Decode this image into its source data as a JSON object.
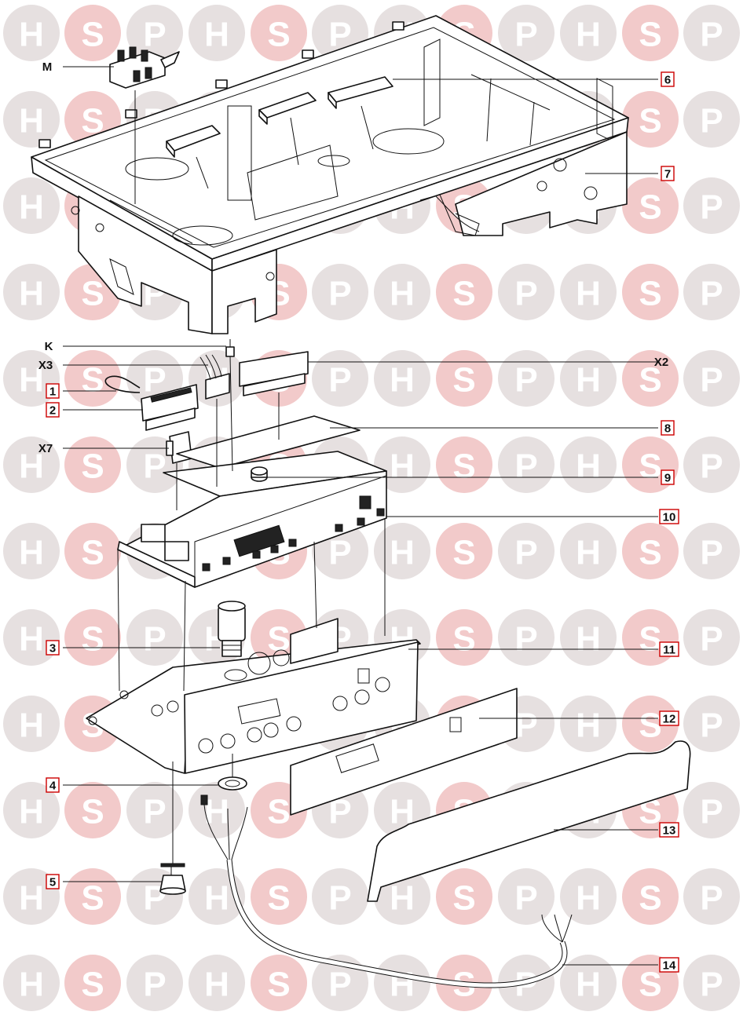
{
  "watermark": {
    "letters": [
      "H",
      "S",
      "P"
    ],
    "colors": {
      "H": "#e6e0e0",
      "S": "#f2caca",
      "P": "#e6e0e0"
    }
  },
  "callouts": [
    {
      "id": "M",
      "label": "M",
      "boxed": false
    },
    {
      "id": "6",
      "label": "6",
      "boxed": true
    },
    {
      "id": "7",
      "label": "7",
      "boxed": true
    },
    {
      "id": "K",
      "label": "K",
      "boxed": false
    },
    {
      "id": "X3",
      "label": "X3",
      "boxed": false
    },
    {
      "id": "X2",
      "label": "X2",
      "boxed": false
    },
    {
      "id": "1",
      "label": "1",
      "boxed": true
    },
    {
      "id": "2",
      "label": "2",
      "boxed": true
    },
    {
      "id": "8",
      "label": "8",
      "boxed": true
    },
    {
      "id": "X7",
      "label": "X7",
      "boxed": false
    },
    {
      "id": "9",
      "label": "9",
      "boxed": true
    },
    {
      "id": "10",
      "label": "10",
      "boxed": true
    },
    {
      "id": "3",
      "label": "3",
      "boxed": true
    },
    {
      "id": "11",
      "label": "11",
      "boxed": true
    },
    {
      "id": "12",
      "label": "12",
      "boxed": true
    },
    {
      "id": "4",
      "label": "4",
      "boxed": true
    },
    {
      "id": "13",
      "label": "13",
      "boxed": true
    },
    {
      "id": "5",
      "label": "5",
      "boxed": true
    },
    {
      "id": "14",
      "label": "14",
      "boxed": true
    }
  ],
  "colors": {
    "callout_box_border": "#cc0000",
    "line": "#111111"
  }
}
